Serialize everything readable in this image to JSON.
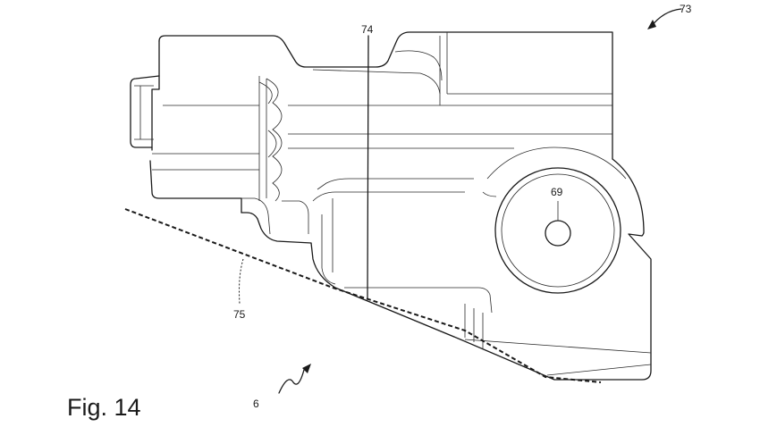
{
  "figure": {
    "caption": "Fig. 14",
    "labels": {
      "ref_73": "73",
      "ref_74": "74",
      "ref_69": "69",
      "ref_75": "75",
      "ref_6": "6"
    }
  }
}
